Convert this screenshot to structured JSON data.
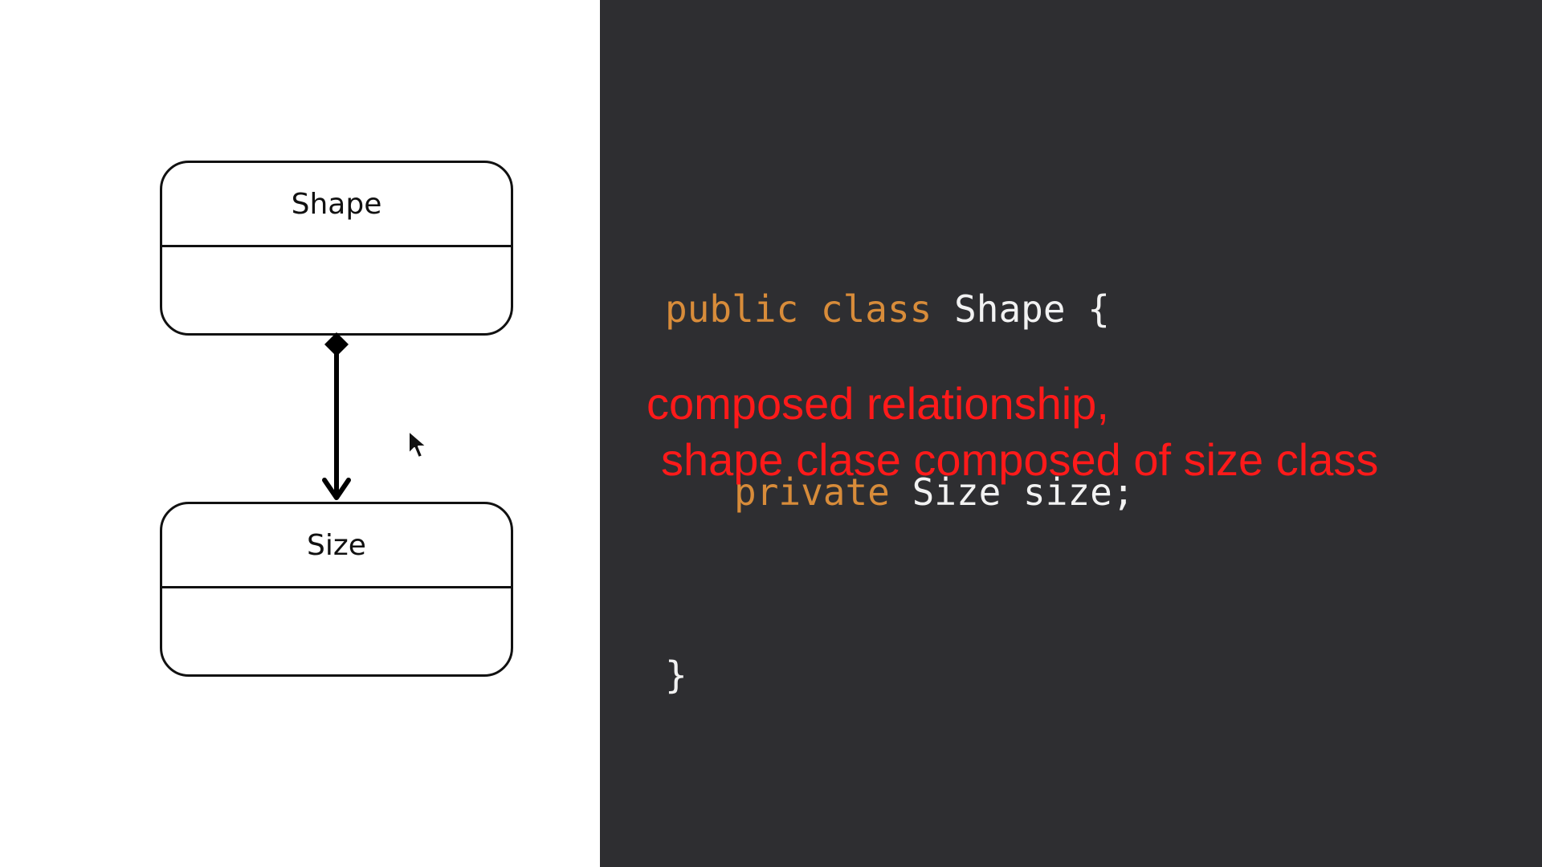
{
  "diagram": {
    "classes": [
      {
        "name": "Shape"
      },
      {
        "name": "Size"
      }
    ],
    "relationship": {
      "type": "composition",
      "source": "Shape",
      "target": "Size"
    }
  },
  "code": {
    "line1": {
      "kw1": "public",
      "kw2": "class",
      "name": "Shape",
      "brace": "{"
    },
    "line2": {
      "kw": "private",
      "rest": "Size size;"
    },
    "line3": {
      "brace": "}"
    }
  },
  "annotation": {
    "line1": "composed relationship,",
    "line2": "shape clase composed of size class"
  },
  "colors": {
    "code_background": "#2e2e31",
    "keyword": "#d88c3a",
    "annotation": "#ff1a1a"
  }
}
